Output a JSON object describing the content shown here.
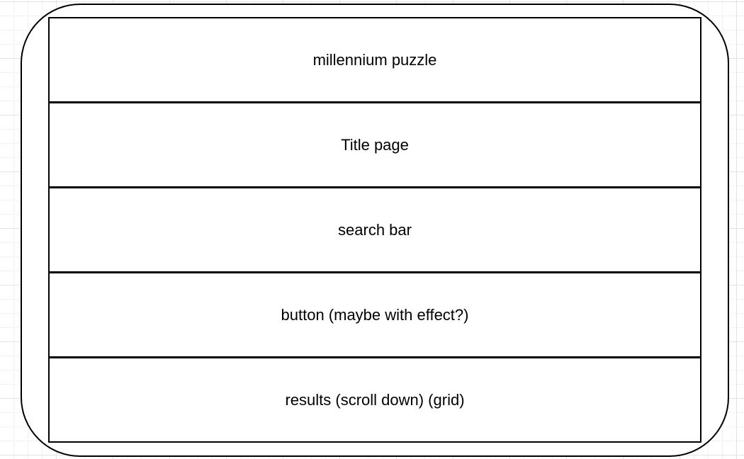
{
  "diagram": {
    "blocks": [
      {
        "label": "millennium puzzle"
      },
      {
        "label": "Title page"
      },
      {
        "label": "search bar"
      },
      {
        "label": "button (maybe with effect?)"
      },
      {
        "label": "results (scroll down) (grid)"
      }
    ]
  }
}
